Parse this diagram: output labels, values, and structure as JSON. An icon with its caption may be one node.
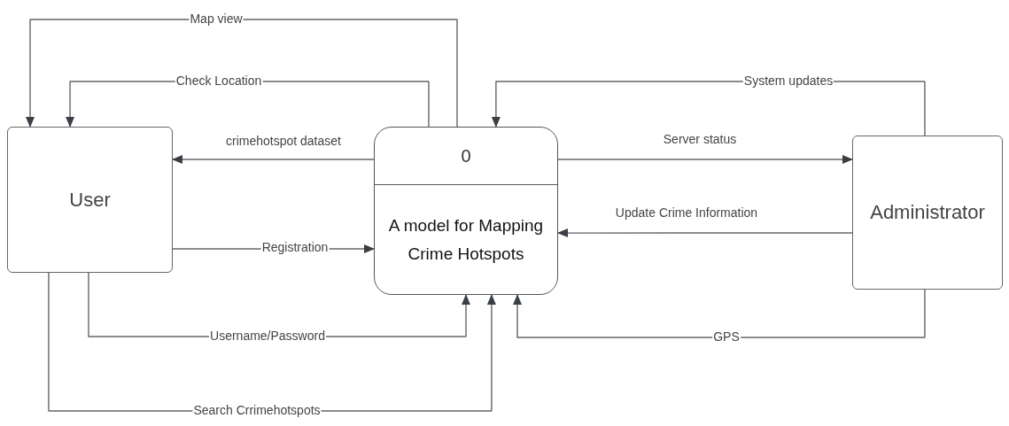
{
  "diagram": {
    "nodes": [
      {
        "text": [
          "User"
        ]
      },
      {
        "text": [
          "0",
          "A model for Mapping Crime Hotspots"
        ]
      },
      {
        "text": [
          "Administrator"
        ]
      }
    ],
    "edges": [
      {
        "from": 1,
        "to": 0,
        "arrow": "to",
        "label": "Map view"
      },
      {
        "from": 1,
        "to": 0,
        "arrow": "to",
        "label": "Check Location"
      },
      {
        "from": 1,
        "to": 0,
        "arrow": "to",
        "label": "crimehotspot dataset"
      },
      {
        "from": 0,
        "to": 1,
        "arrow": "to",
        "label": "Registration"
      },
      {
        "from": 0,
        "to": 1,
        "arrow": "to",
        "label": "Username/Password"
      },
      {
        "from": 0,
        "to": 1,
        "arrow": "to",
        "label": "Search Crrimehotspots"
      },
      {
        "from": 1,
        "to": 2,
        "arrow": "to",
        "label": "Server status"
      },
      {
        "from": 2,
        "to": 1,
        "arrow": "to",
        "label": "Update Crime Information"
      },
      {
        "from": 2,
        "to": 1,
        "arrow": "to",
        "label": "System updates"
      },
      {
        "from": 2,
        "to": 1,
        "arrow": "to",
        "label": "GPS"
      }
    ]
  }
}
